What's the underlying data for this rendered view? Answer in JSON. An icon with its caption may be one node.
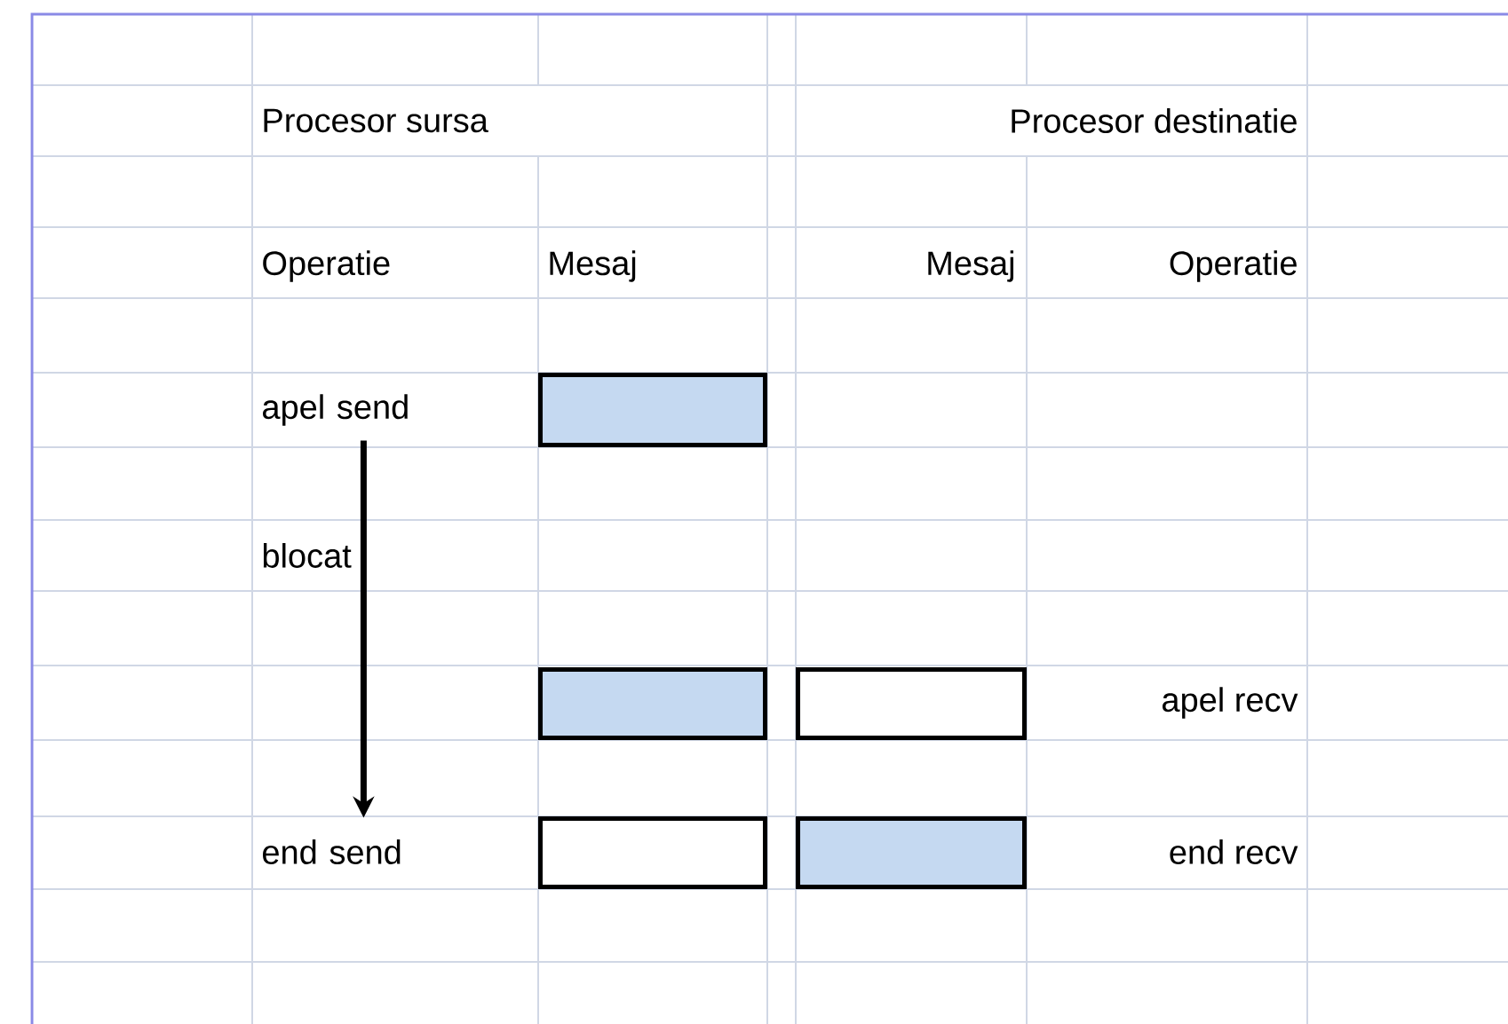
{
  "diagram": {
    "nodes": [
      {
        "text": [
          "apel send"
        ]
      },
      {
        "text": [],
        "shape": "box"
      },
      {
        "text": [],
        "shape": "box"
      },
      {
        "text": [],
        "shape": "box"
      },
      {
        "text": [
          "end send"
        ]
      },
      {
        "text": [],
        "shape": "box"
      },
      {
        "text": [],
        "shape": "box"
      }
    ],
    "edges": [
      {
        "from": 0,
        "to": 4,
        "arrow": "to"
      }
    ],
    "labels": [
      "Procesor sursa",
      "Procesor destinatie",
      "Operatie",
      "Mesaj",
      "Mesaj",
      "Operatie",
      "blocat",
      "apel recv",
      "end recv"
    ]
  }
}
